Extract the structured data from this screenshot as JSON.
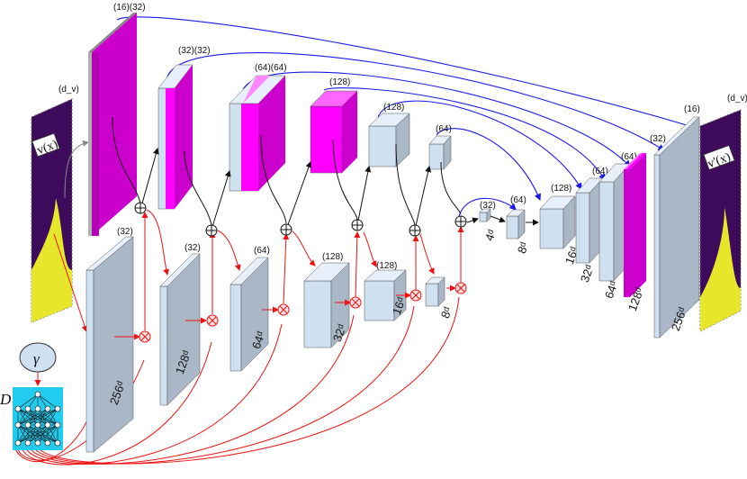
{
  "colors": {
    "magenta": "#cc00cc",
    "magenta_bright": "#ff00ff",
    "light_blue": "#cfe0f0",
    "slate": "#a9b7c6",
    "gray_block": "#8f9fb0",
    "skip_blue": "#1a1aee",
    "film_red": "#ee1111",
    "net_cyan": "#22ccee",
    "field_purple": "#3d0a5c",
    "field_yellow": "#e6e62a"
  },
  "input_field": {
    "dim_label": "(d_v)",
    "func_label": "v(x)"
  },
  "output_field": {
    "dim_label": "(d_v)",
    "func_label": "v'(x)"
  },
  "gamma_node": {
    "label": "γ"
  },
  "film_network": {
    "label": "D"
  },
  "encoder_labels": [
    "(16)(32)",
    "(32)(32)",
    "(64)(64)",
    "(128)",
    "(128)",
    "(64)",
    "(32)"
  ],
  "decoder_labels": [
    "(64)",
    "(128)",
    "(64)",
    "(64)",
    "(32)",
    "(16)"
  ],
  "modulation_blocks": [
    {
      "channels": "(32)",
      "size": "256ᵈ"
    },
    {
      "channels": "(32)",
      "size": "128ᵈ"
    },
    {
      "channels": "(64)",
      "size": "64ᵈ"
    },
    {
      "channels": "(128)",
      "size": "32ᵈ"
    },
    {
      "channels": "(128)",
      "size": "16ᵈ"
    },
    {
      "channels": "",
      "size": "8ᵈ"
    }
  ],
  "encoder_sizes": [
    "4ᵈ",
    "8ᵈ"
  ],
  "decoder_sizes": [
    "16ᵈ",
    "32ᵈ",
    "64ᵈ",
    "128ᵈ",
    "256ᵈ"
  ]
}
